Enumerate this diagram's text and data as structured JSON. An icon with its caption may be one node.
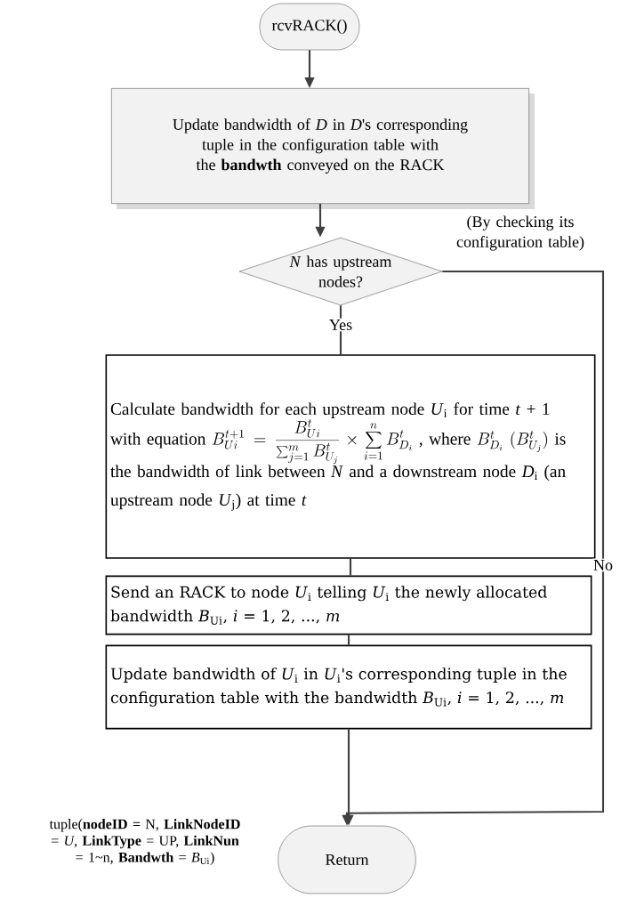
{
  "diagram": {
    "nodes": [
      {
        "text": [
          "rcvRACK()"
        ]
      },
      {
        "text": [
          "Update bandwidth of *D* in *D*'s corresponding tuple in the configuration table with the **bandwth** conveyed on the RACK"
        ]
      },
      {
        "text": [
          "*N* has upstream nodes?"
        ]
      },
      {
        "text": [
          "Calculate bandwidth for each upstream node *U*$_{i}$ for time *t* + 1 with equation",
          "B_{Ui}^{t+1}=\\frac{B_{Ui}^{t}}{\\sum_{j=1}^{m}B_{U_j}^{t}}\\times\\sum_{i=1}^{n}B_{D_i}^{t}",
          ", where",
          "B_{D_i}^{t}\\ (B_{U_j}^{t})",
          "is the bandwidth of link between *N* and a downstream node *D*$_{i}$ (an upstream node *U*$_{j}$) at time *t*"
        ]
      },
      {
        "text": [
          "Send an RACK to node *U*$_{i}$ telling *U*$_{i}$ the newly allocated bandwidth *B*$_{Ui}$, *i* = 1, 2, ..., *m*"
        ]
      },
      {
        "text": [
          "Update bandwidth of *U*$_{i}$ in *U*$_{i}$'s corresponding tuple in the configuration table with the bandwidth *B*$_{Ui}$, *i* = 1, 2, ..., *m*"
        ]
      },
      {
        "text": [
          "Return"
        ],
        "beside": [
          "tuple(**nodeID** = N, **LinkNodeID** = *U*, **LinkType** = UP, **LinkNun** = 1~n, **Bandwth** = *B*$_{Ui}$)"
        ]
      }
    ],
    "edges": [
      {
        "from": 0,
        "to": 1,
        "arrow": "to"
      },
      {
        "from": 1,
        "to": 2,
        "arrow": "to"
      },
      {
        "from": 2,
        "to": 3,
        "arrow": "none",
        "label": "Yes"
      },
      {
        "from": 3,
        "to": 4,
        "arrow": "none"
      },
      {
        "from": 4,
        "to": 5,
        "arrow": "none"
      },
      {
        "from": 5,
        "to": 6,
        "arrow": "to"
      },
      {
        "from": 2,
        "to": 6,
        "arrow": "to",
        "label": "No"
      }
    ],
    "labels": [
      "(By checking its configuration table)"
    ]
  }
}
